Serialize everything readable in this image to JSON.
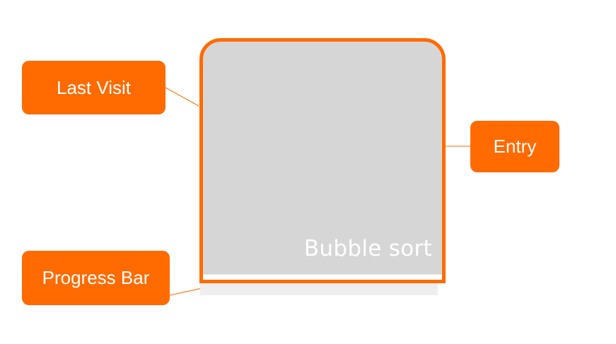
{
  "colors": {
    "accent": "#FF6B00",
    "card_background": "#d6d6d6",
    "text_on_accent": "#ffffff"
  },
  "callouts": {
    "last_visit": "Last Visit",
    "entry": "Entry",
    "progress_bar": "Progress Bar"
  },
  "card": {
    "title": "Bubble sort",
    "progress": 0
  }
}
